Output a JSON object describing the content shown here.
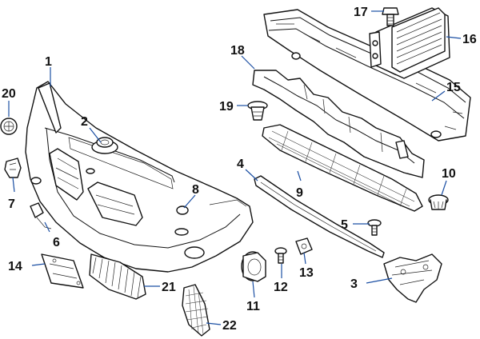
{
  "diagram": {
    "colors": {
      "line": "#111111",
      "leader": "#1b4fa3",
      "background": "#ffffff"
    },
    "callouts": [
      {
        "id": "p1",
        "label": "1"
      },
      {
        "id": "p2",
        "label": "2"
      },
      {
        "id": "p3",
        "label": "3"
      },
      {
        "id": "p4",
        "label": "4"
      },
      {
        "id": "p5",
        "label": "5"
      },
      {
        "id": "p6",
        "label": "6"
      },
      {
        "id": "p7",
        "label": "7"
      },
      {
        "id": "p8",
        "label": "8"
      },
      {
        "id": "p9",
        "label": "9"
      },
      {
        "id": "p10",
        "label": "10"
      },
      {
        "id": "p11",
        "label": "11"
      },
      {
        "id": "p12",
        "label": "12"
      },
      {
        "id": "p13",
        "label": "13"
      },
      {
        "id": "p14",
        "label": "14"
      },
      {
        "id": "p15",
        "label": "15"
      },
      {
        "id": "p16",
        "label": "16"
      },
      {
        "id": "p17",
        "label": "17"
      },
      {
        "id": "p18",
        "label": "18"
      },
      {
        "id": "p19",
        "label": "19"
      },
      {
        "id": "p20",
        "label": "20"
      },
      {
        "id": "p21",
        "label": "21"
      },
      {
        "id": "p22",
        "label": "22"
      }
    ]
  }
}
